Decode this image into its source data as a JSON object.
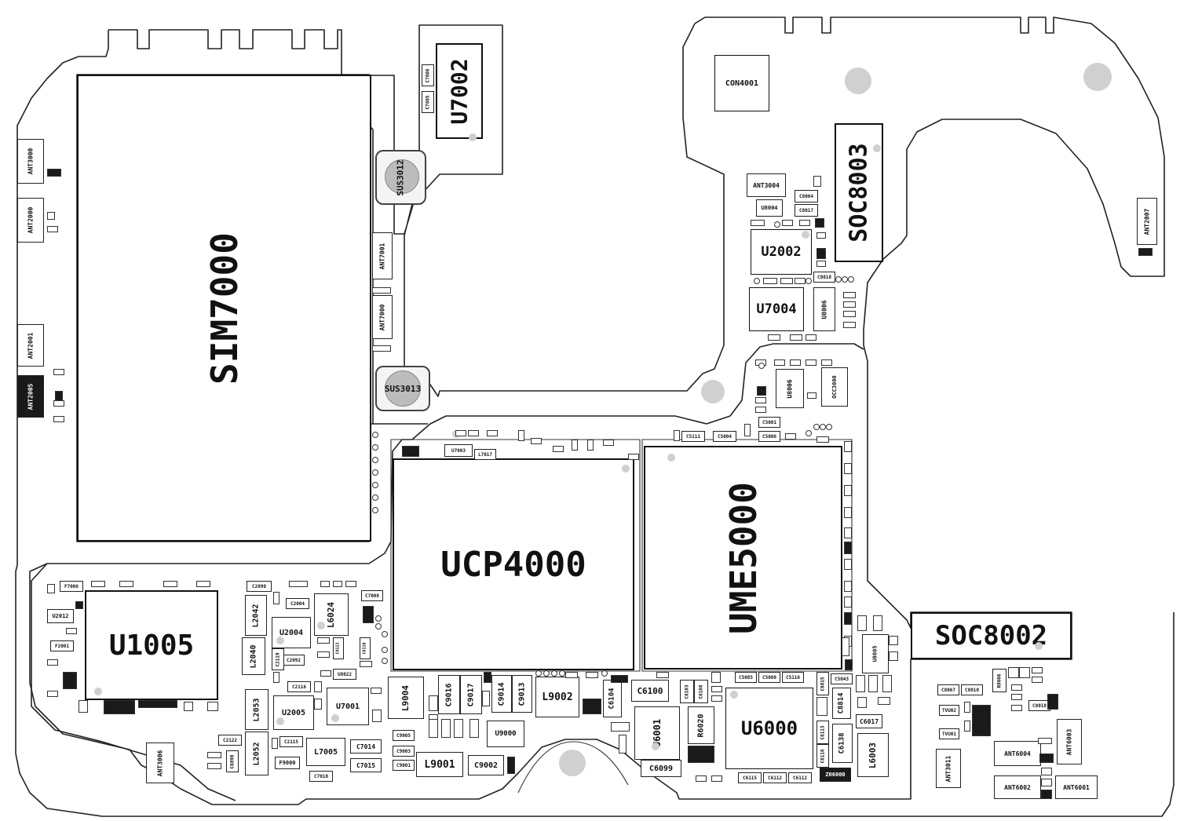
{
  "board": {
    "name": "pcb-component-layout",
    "outline_stroke": "#222222",
    "fill": "#ffffff",
    "dark_fill": "#1a1a1a",
    "hole_fill": "#d0d0d0"
  },
  "large_components": [
    {
      "id": "sim7000",
      "label": "SIM7000"
    },
    {
      "id": "u7002",
      "label": "U7002"
    },
    {
      "id": "soc8003",
      "label": "SOC8003"
    },
    {
      "id": "ucp4000",
      "label": "UCP4000"
    },
    {
      "id": "ume5000",
      "label": "UME5000"
    },
    {
      "id": "soc8002",
      "label": "SOC8002"
    },
    {
      "id": "u1005",
      "label": "U1005"
    },
    {
      "id": "con4001",
      "label": "CON4001"
    },
    {
      "id": "u2002",
      "label": "U2002"
    },
    {
      "id": "u7004",
      "label": "U7004"
    },
    {
      "id": "u6000",
      "label": "U6000"
    }
  ],
  "mechanical": [
    {
      "id": "sus3012",
      "label": "SUS3012"
    },
    {
      "id": "sus3013",
      "label": "SUS3013"
    }
  ],
  "labels": {
    "ant3000": "ANT3000",
    "ant2000": "ANT2000",
    "ant2001": "ANT2001",
    "ant2005": "ANT2005",
    "ant7001": "ANT7001",
    "ant7000": "ANT7000",
    "ant3004": "ANT3004",
    "ant2007": "ANT2007",
    "ant3006": "ANT3006",
    "ant3011": "ANT3011",
    "ant6004": "ANT6004",
    "ant6002": "ANT6002",
    "ant6001": "ANT6001",
    "ant6003": "ANT6003",
    "c7006": "C7006",
    "c7005": "C7005",
    "u8004": "U8004",
    "c8004": "C8004",
    "c8017": "C8017",
    "c8018": "C8018",
    "u8006a": "U8006",
    "u8006b": "U8006",
    "u8005": "U8005",
    "occ3000": "OCC3000",
    "c5001": "C5001",
    "c5006": "C5006",
    "c5111": "C5111",
    "c5004": "C5004",
    "u7003": "U7003",
    "l7017": "L7017",
    "f7006": "F7006",
    "u2012": "U2012",
    "f2001": "F2001",
    "c2090": "C2090",
    "c2004": "C2004",
    "l2042": "L2042",
    "u2004": "U2004",
    "l6024": "L6024",
    "c7008": "C7008",
    "c2092": "C2092",
    "l2040": "L2040",
    "c2119": "C2119",
    "c2116": "C2116",
    "u2005": "U2005",
    "c2115": "C2115",
    "c2122": "C2122",
    "l2053": "L2053",
    "l2052": "L2052",
    "f9000": "F9000",
    "c6898": "C6898",
    "u8022": "U8022",
    "c0113": "C0113",
    "c6118": "C6118",
    "u7001": "U7001",
    "l7005": "L7005",
    "c7014": "C7014",
    "c7015": "C7015",
    "c7010": "C7010",
    "l9004": "L9004",
    "c9016": "C9016",
    "c9017": "C9017",
    "c9014": "C9014",
    "c9013": "C9013",
    "l9002": "L9002",
    "u9000": "U9000",
    "l9001": "L9001",
    "c9002": "C9002",
    "c9005": "C9005",
    "c9003": "C9003",
    "c9001": "C9001",
    "c6104": "C6104",
    "c6100": "C6100",
    "u6001": "U6001",
    "r6020": "R6020",
    "c6099": "C6099",
    "c6103": "C6103",
    "c6108": "C6108",
    "c5085": "C5085",
    "c5080": "C5080",
    "c5116": "C5116",
    "c6815": "C6815",
    "c5043": "C5043",
    "c8814": "C8814",
    "c6017": "C6017",
    "c6138": "C6138",
    "l6003": "L6003",
    "c6115": "C6115",
    "c6112": "C6112",
    "c6113": "C6113",
    "c6110": "C6110",
    "z06000": "Z06000",
    "c8067": "C8067",
    "c8010": "C8010",
    "r8006": "R8006",
    "tvu02": "TVU02",
    "tvu01": "TVU01",
    "c8018b": "C8018"
  }
}
